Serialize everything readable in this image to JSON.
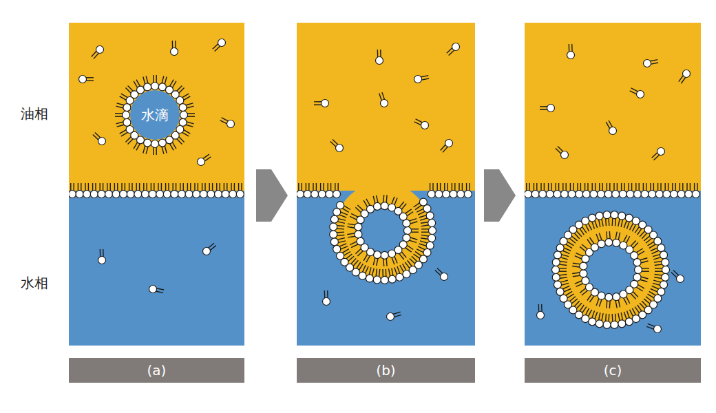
{
  "diagram": {
    "nodes": [
      {
        "text": [
          "水滴"
        ]
      },
      {
        "text": [
          "(a)"
        ]
      },
      {
        "text": [
          "(b)"
        ]
      },
      {
        "text": [
          "(c)"
        ]
      }
    ],
    "labels": [
      "油相",
      "水相"
    ]
  }
}
